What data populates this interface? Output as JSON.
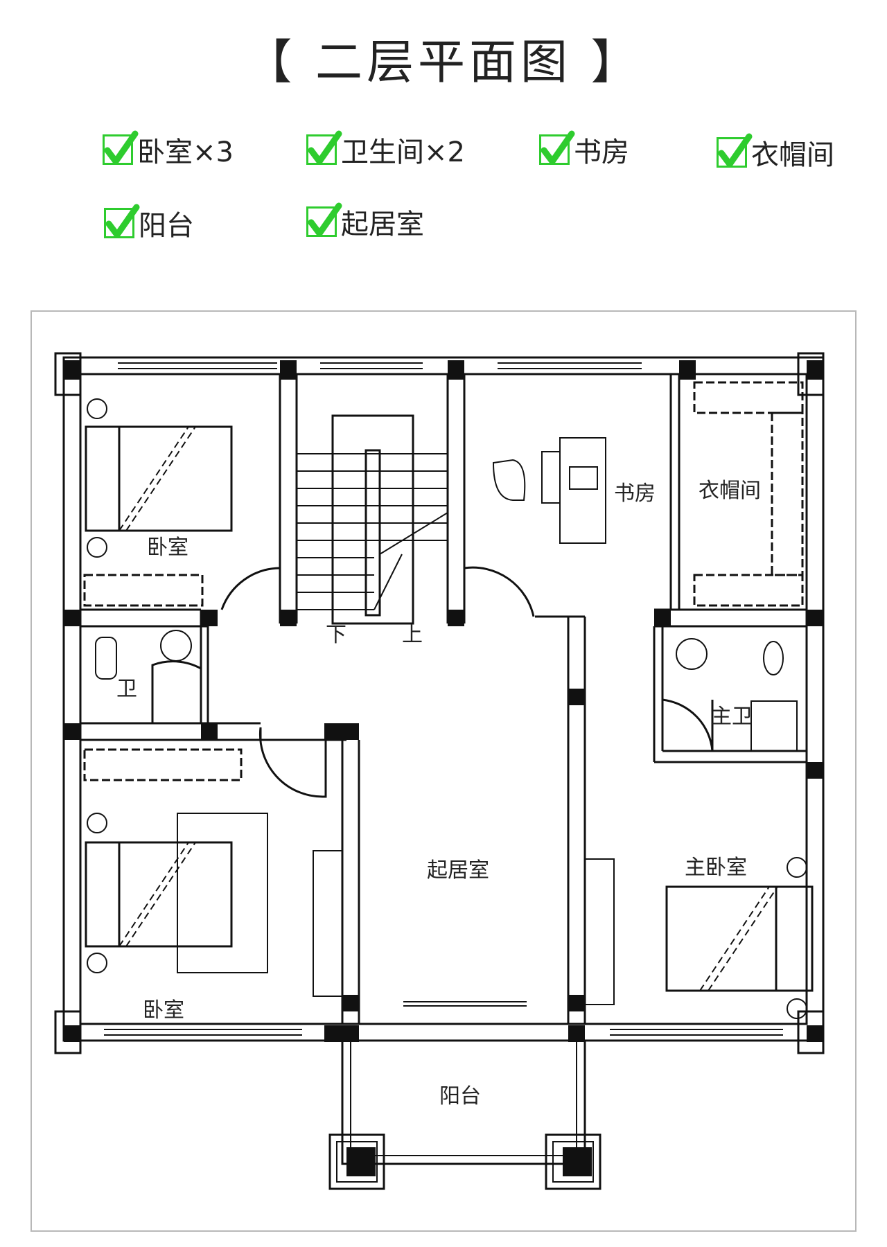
{
  "title": "【 二层平面图 】",
  "features": [
    {
      "label": "卧室×3"
    },
    {
      "label": "卫生间×2"
    },
    {
      "label": "书房"
    },
    {
      "label": "衣帽间"
    },
    {
      "label": "阳台"
    },
    {
      "label": "起居室"
    }
  ],
  "rooms": {
    "bedroom_top": "卧室",
    "bath_small": "卫",
    "bedroom_bottom": "卧室",
    "study": "书房",
    "closet": "衣帽间",
    "master_bath": "主卫",
    "living": "起居室",
    "master_bedroom": "主卧室",
    "balcony": "阳台",
    "stair_down": "下",
    "stair_up": "上"
  },
  "colors": {
    "check": "#2ecc2e",
    "wall": "#111111",
    "frame": "#b8b8b8"
  },
  "icons": {
    "check": "check-icon"
  }
}
